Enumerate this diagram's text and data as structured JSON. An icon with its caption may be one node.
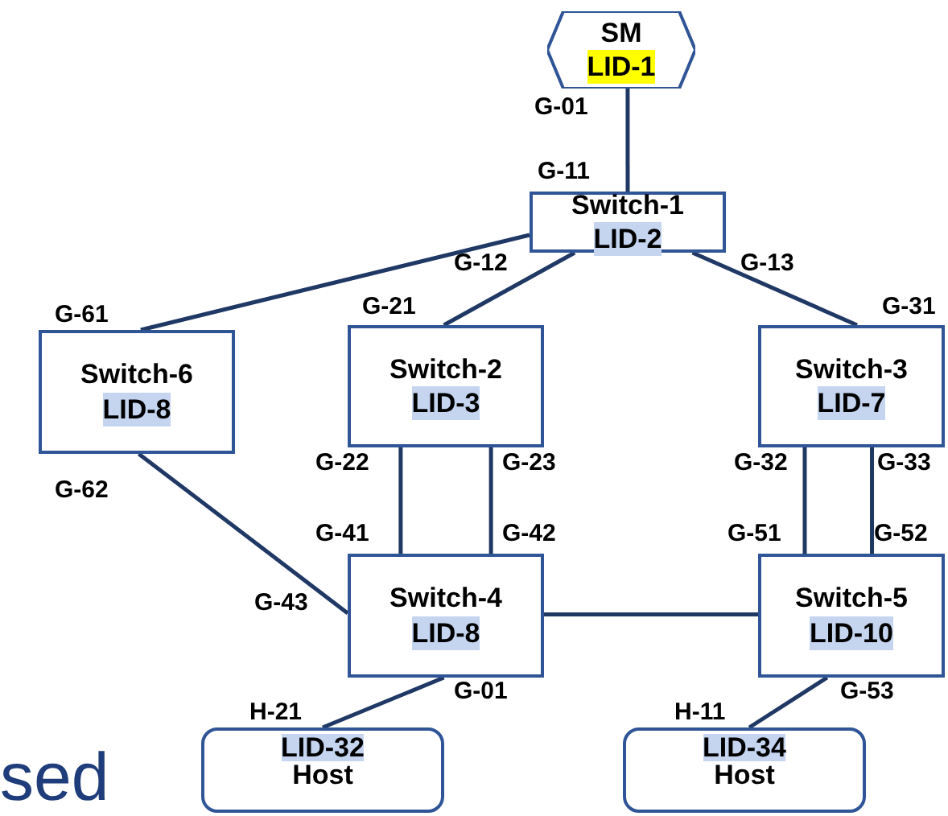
{
  "diagram": {
    "nodes": [
      {
        "text": [
          "SM",
          "LID-1"
        ]
      },
      {
        "text": [
          "Switch-1",
          "LID-2"
        ]
      },
      {
        "text": [
          "Switch-6",
          "LID-8"
        ]
      },
      {
        "text": [
          "Switch-2",
          "LID-3"
        ]
      },
      {
        "text": [
          "Switch-3",
          "LID-7"
        ]
      },
      {
        "text": [
          "Switch-4",
          "LID-8"
        ]
      },
      {
        "text": [
          "Switch-5",
          "LID-10"
        ]
      },
      {
        "text": [
          "LID-32",
          "Host"
        ]
      },
      {
        "text": [
          "LID-34",
          "Host"
        ]
      }
    ],
    "edges": [
      {
        "from": 0,
        "to": 1,
        "arrow": "none"
      },
      {
        "from": 1,
        "to": 2,
        "arrow": "none"
      },
      {
        "from": 1,
        "to": 3,
        "arrow": "none"
      },
      {
        "from": 1,
        "to": 4,
        "arrow": "none"
      },
      {
        "from": 3,
        "to": 5,
        "arrow": "none"
      },
      {
        "from": 3,
        "to": 5,
        "arrow": "none"
      },
      {
        "from": 4,
        "to": 6,
        "arrow": "none"
      },
      {
        "from": 4,
        "to": 6,
        "arrow": "none"
      },
      {
        "from": 2,
        "to": 5,
        "arrow": "none"
      },
      {
        "from": 5,
        "to": 6,
        "arrow": "none"
      },
      {
        "from": 5,
        "to": 7,
        "arrow": "none"
      },
      {
        "from": 6,
        "to": 8,
        "arrow": "none"
      }
    ],
    "labels": [
      "G-01",
      "G-11",
      "G-12",
      "G-13",
      "G-61",
      "G-21",
      "G-31",
      "G-22",
      "G-23",
      "G-32",
      "G-33",
      "G-62",
      "G-41",
      "G-42",
      "G-51",
      "G-52",
      "G-43",
      "G-01",
      "G-53",
      "H-21",
      "H-11",
      "sed"
    ]
  }
}
